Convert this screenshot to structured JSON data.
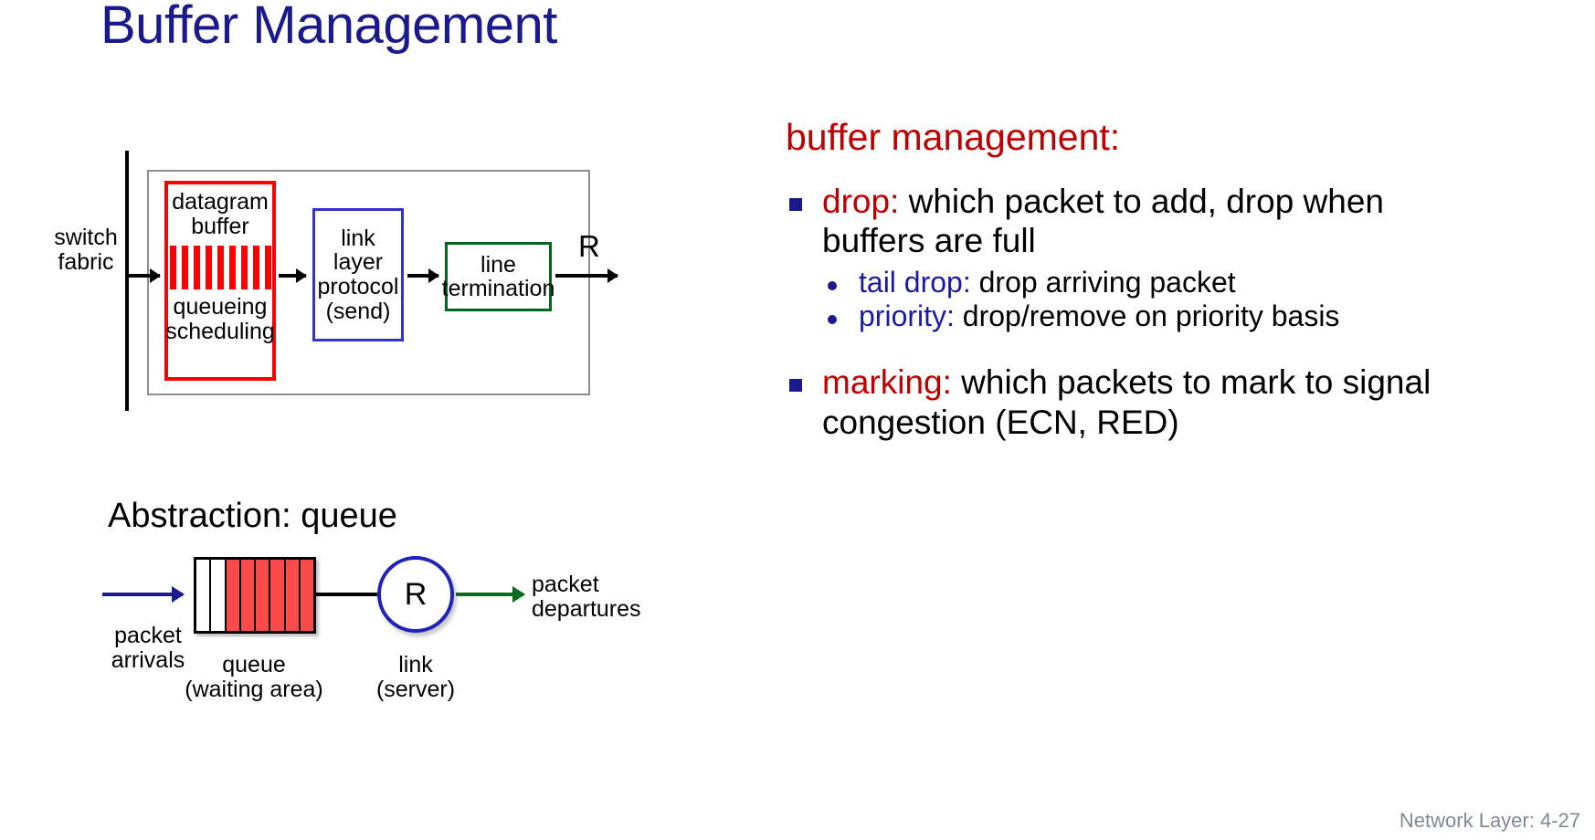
{
  "slide": {
    "title": "Buffer Management",
    "footer": "Network Layer: 4-27"
  },
  "diagram_output_port": {
    "switch_fabric_label_line1": "switch",
    "switch_fabric_label_line2": "fabric",
    "buffer_box": {
      "line1": "datagram",
      "line2": "buffer",
      "line3": "queueing",
      "line4": "scheduling",
      "stripe_count": 9,
      "color": "#fe0000"
    },
    "link_layer_box": {
      "line1": "link",
      "line2": "layer",
      "line3": "protocol",
      "line4": "(send)",
      "color": "#3333cc"
    },
    "line_termination_box": {
      "line1": "line",
      "line2": "termination",
      "color": "#00661a"
    },
    "rate_label": "R"
  },
  "abstraction": {
    "heading_prefix": "Abstraction",
    "heading_colon": ": ",
    "heading_word": "queue",
    "queue": {
      "total_cells": 8,
      "filled_cells": 6,
      "fill_color": "#fa4a4a"
    },
    "server_label": "R",
    "captions": {
      "arrivals_line1": "packet",
      "arrivals_line2": "arrivals",
      "queue_line1": "queue",
      "queue_line2": "(waiting area)",
      "link_line1": "link",
      "link_line2": "(server)",
      "departures_line1": "packet",
      "departures_line2": "departures"
    }
  },
  "bullets": {
    "heading": "buffer management:",
    "items": [
      {
        "keyword": "drop:",
        "text": " which packet to add, drop when buffers are full",
        "subitems": [
          {
            "keyword": "tail drop:",
            "text": " drop arriving packet"
          },
          {
            "keyword": "priority:",
            "text": " drop/remove on priority basis"
          }
        ]
      },
      {
        "keyword": "marking:",
        "text": " which packets to mark to signal congestion (ECN, RED)",
        "subitems": []
      }
    ]
  },
  "colors": {
    "title_blue": "#1a1a8c",
    "heading_red": "#c00000",
    "sub_blue": "#1a1aa8",
    "buffer_red": "#fe0000",
    "link_blue": "#3333cc",
    "term_green": "#00661a",
    "footer_gray": "#808a94"
  }
}
